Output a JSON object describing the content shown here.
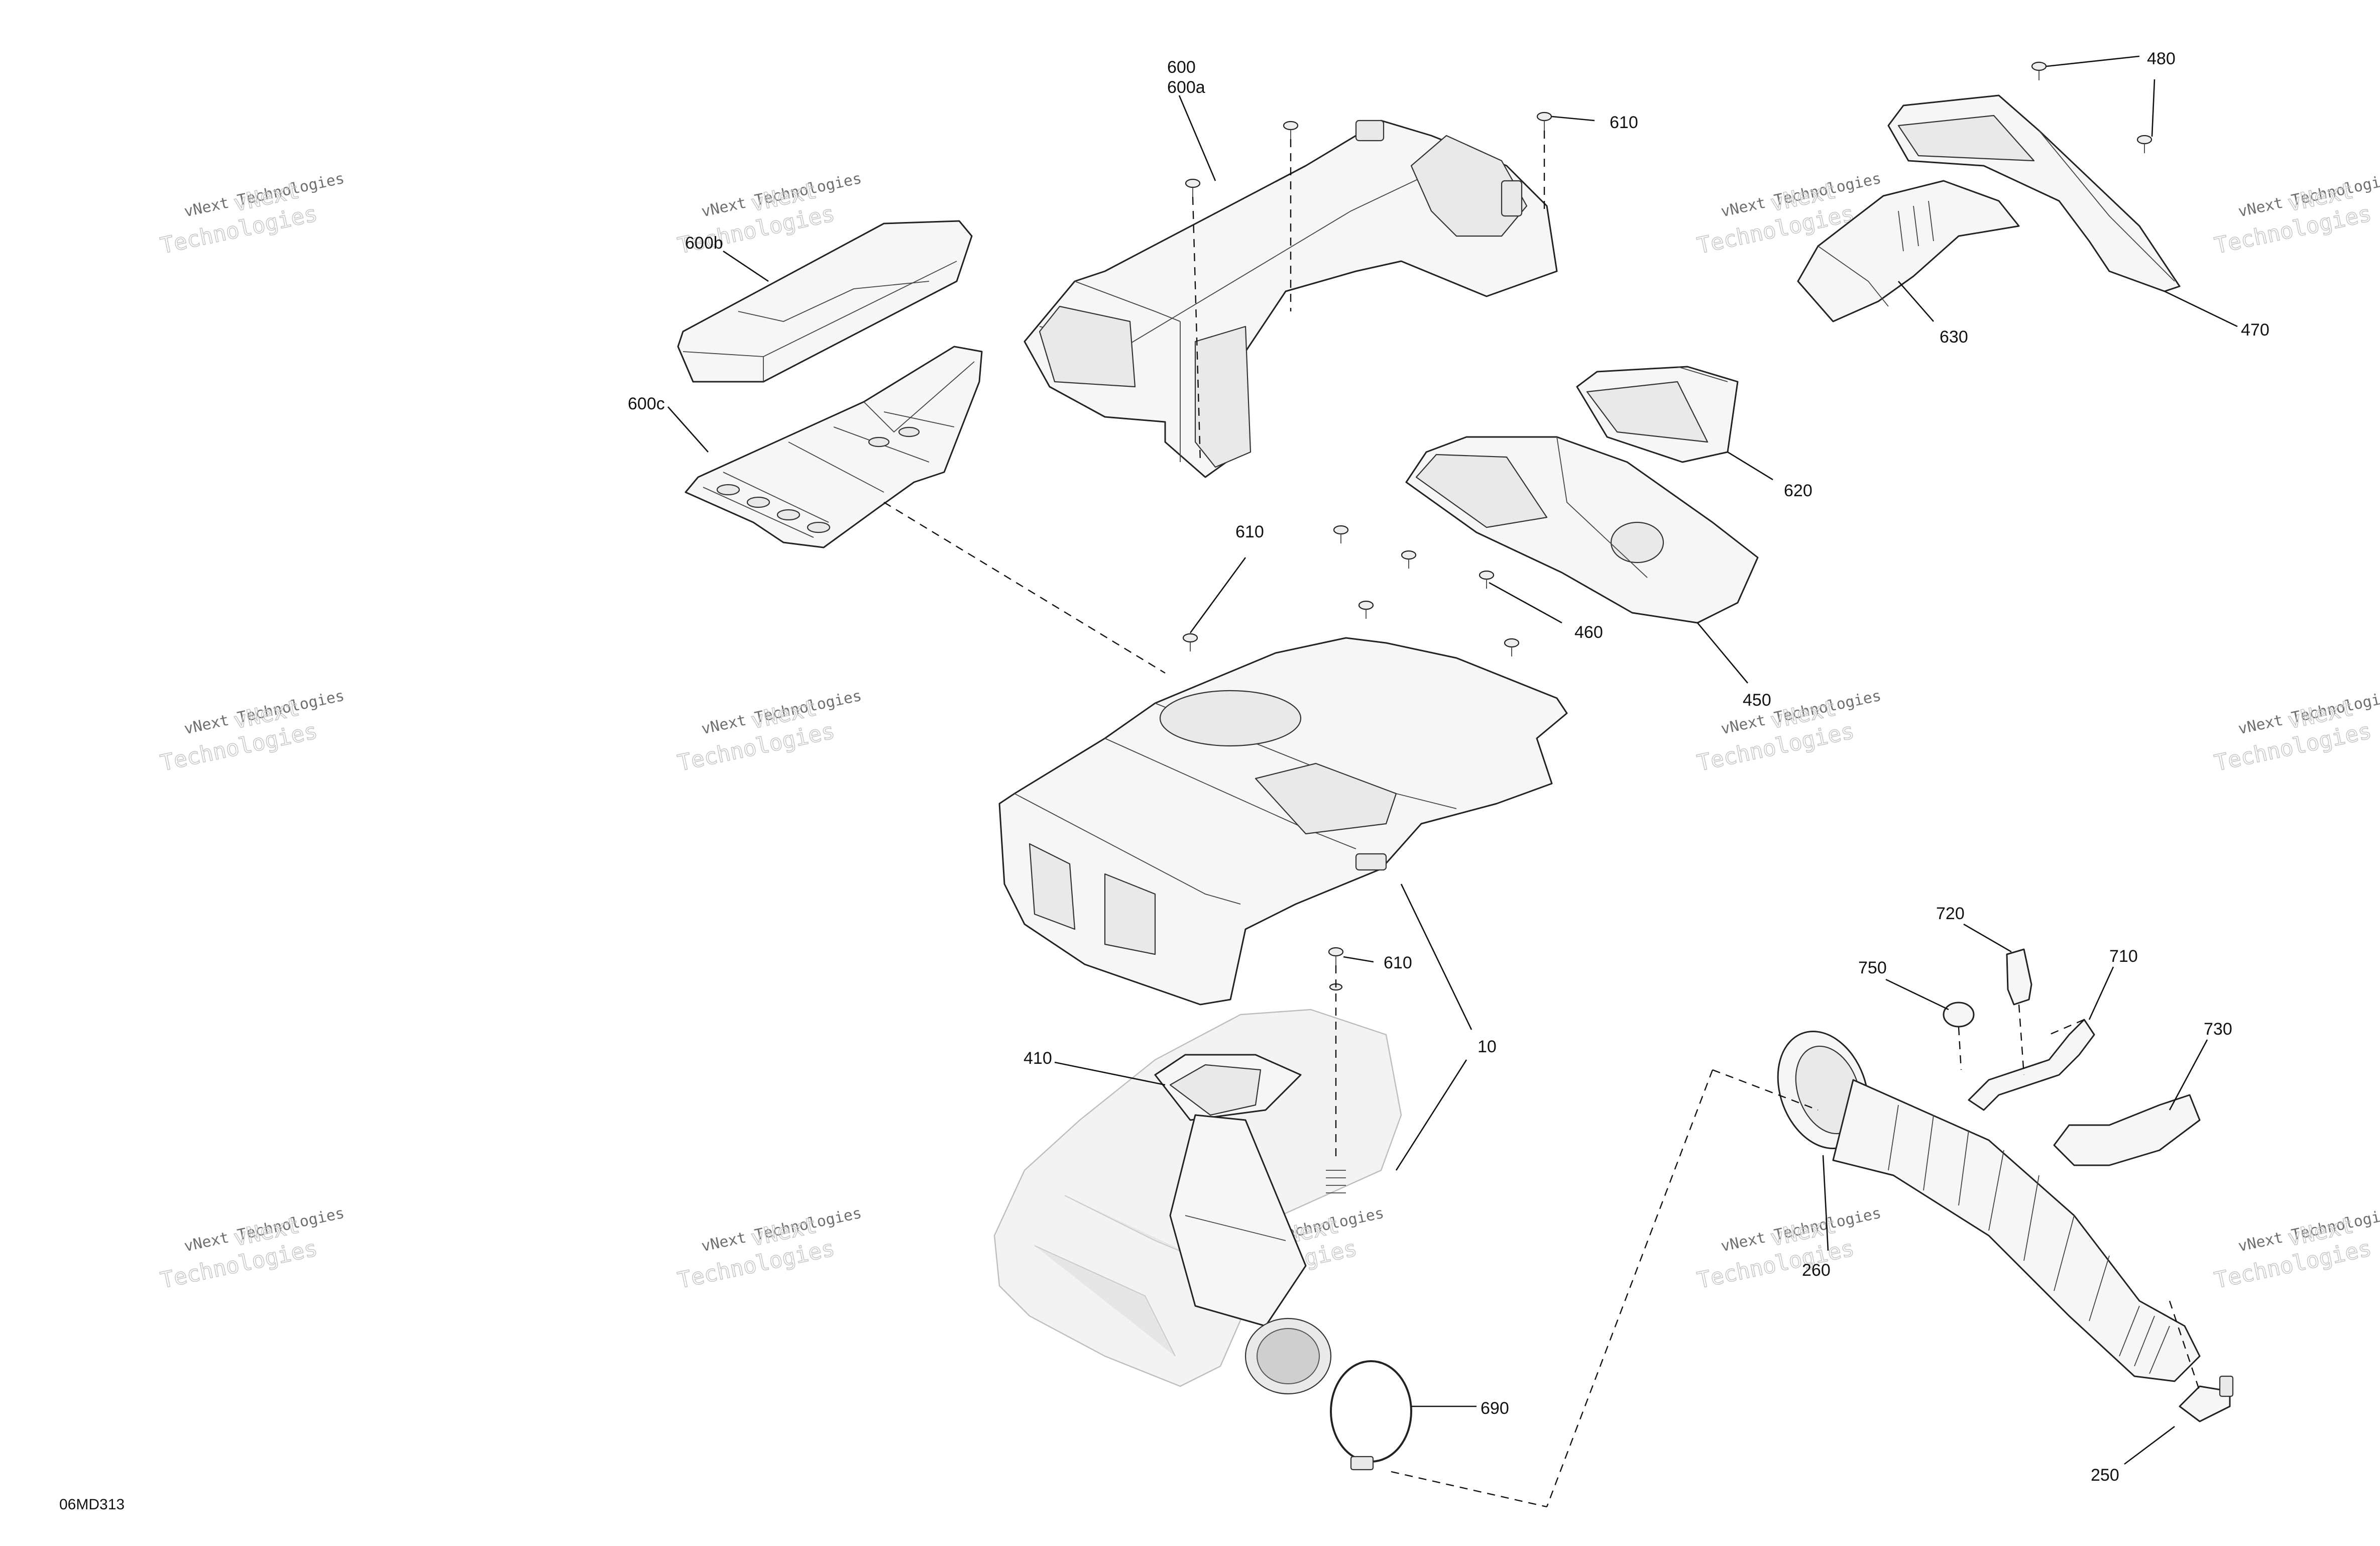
{
  "diagram": {
    "drawing_code": "06MD313",
    "watermark": {
      "line1": "vNext Technologies",
      "line2a": "vNext",
      "line2b": "Technologies"
    },
    "callouts": {
      "c600": "600",
      "c600a": "600a",
      "c600b": "600b",
      "c600c": "600c",
      "c610_top": "610",
      "c610_mid": "610",
      "c610_low": "610",
      "c480": "480",
      "c470": "470",
      "c630": "630",
      "c620": "620",
      "c460": "460",
      "c450": "450",
      "c720": "720",
      "c710": "710",
      "c750": "750",
      "c730": "730",
      "c410": "410",
      "c10": "10",
      "c260": "260",
      "c690": "690",
      "c250": "250"
    }
  }
}
